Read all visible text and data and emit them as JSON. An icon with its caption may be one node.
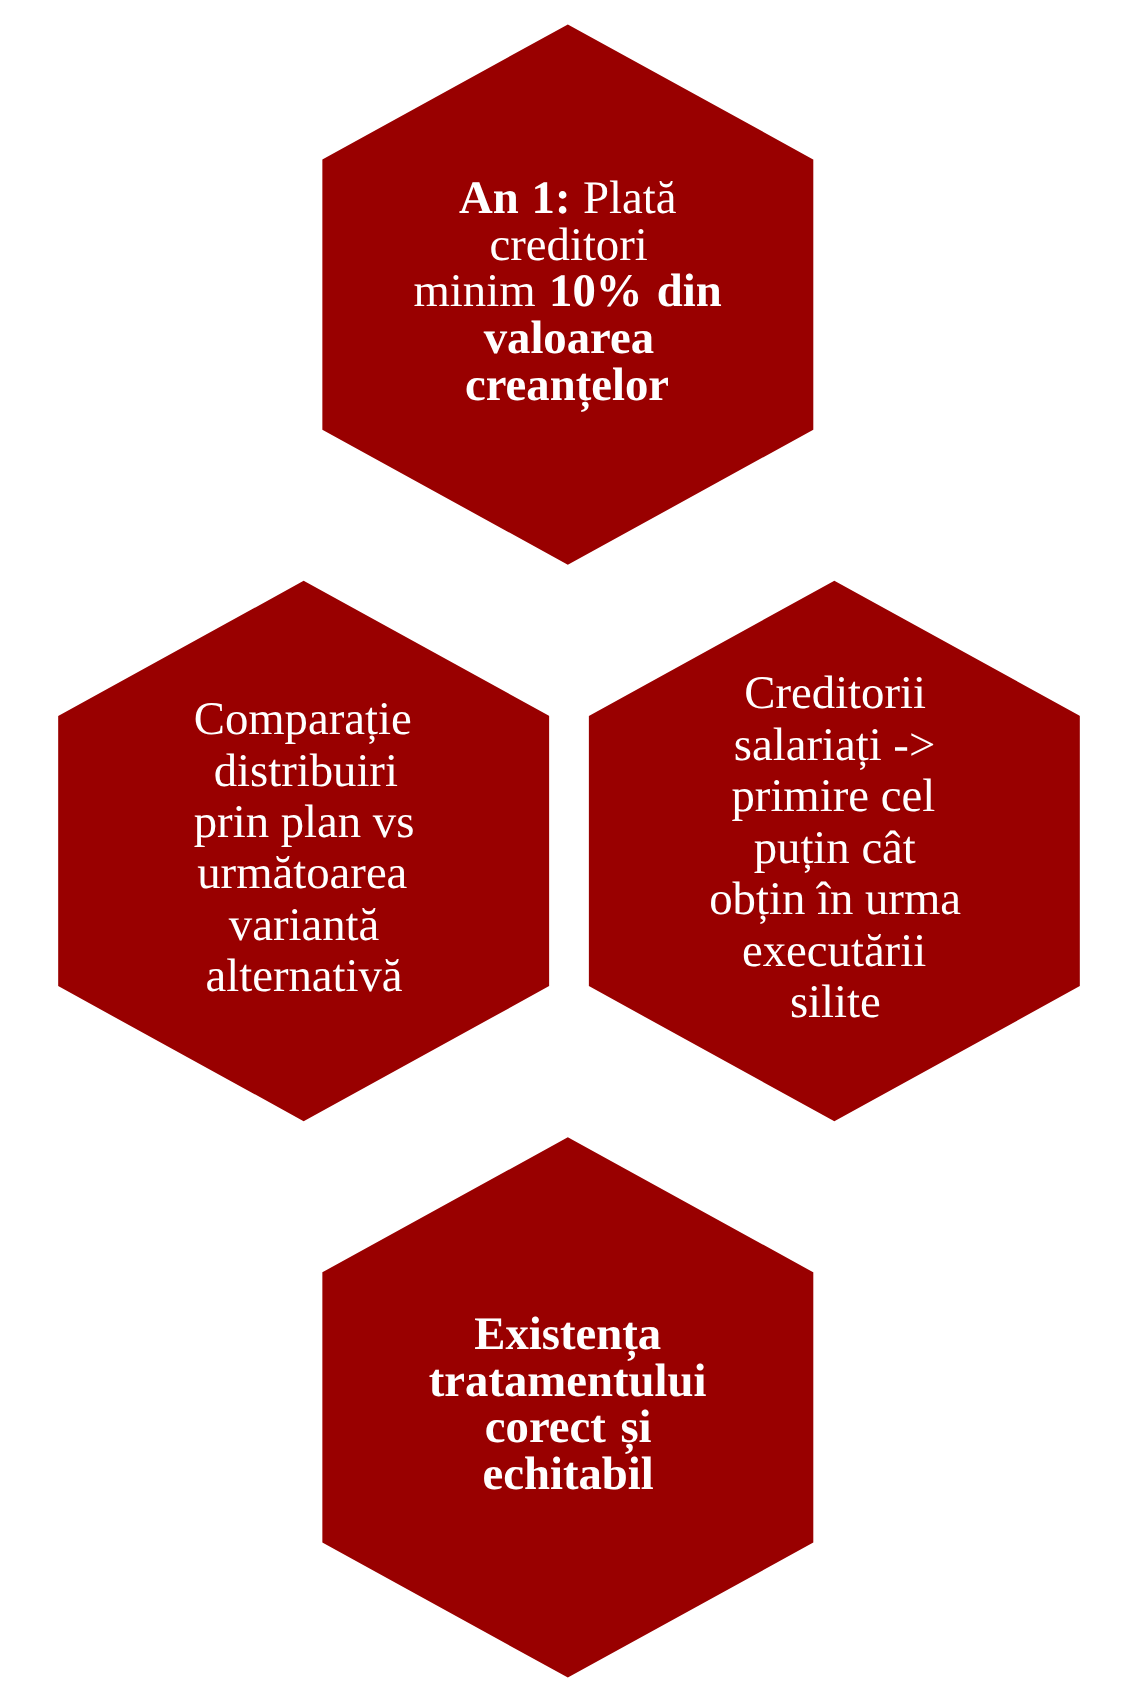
{
  "diagram": {
    "nodes": [
      {
        "text": [
          "**An 1:** Plată creditori minim **10% din valoarea creanțelor**"
        ]
      },
      {
        "text": [
          "Comparație distribuiri prin plan vs următoarea variantă alternativă"
        ]
      },
      {
        "text": [
          "Creditorii salariați -> primire cel puțin cât obțin în urma executării silite"
        ]
      },
      {
        "text": [
          "Existența tratamentului corect și echitabil"
        ]
      }
    ]
  }
}
